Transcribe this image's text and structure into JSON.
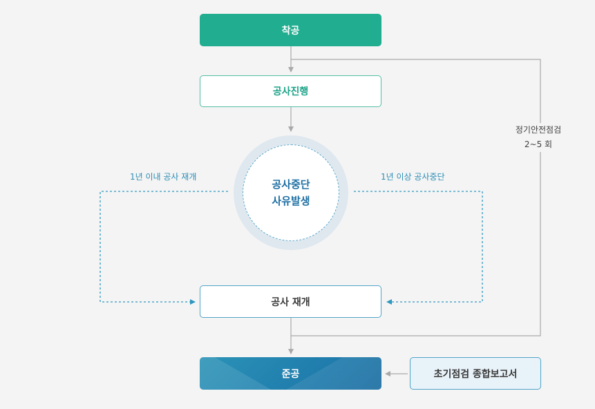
{
  "nodes": {
    "start": "착공",
    "progress": "공사진행",
    "suspend_line1": "공사중단",
    "suspend_line2": "사유발생",
    "resume": "공사 재개",
    "complete": "준공",
    "report": "초기점검 종합보고서"
  },
  "labels": {
    "resume_within_year": "1년 이내 공사 재개",
    "suspend_over_year": "1년 이상 공사중단",
    "inspection_line1": "정기안전점검",
    "inspection_line2": "2~5 회"
  },
  "colors": {
    "start_fill": "#21ad90",
    "progress_text": "#1aa287",
    "dashed_line": "#2d97c0",
    "complete_fill": "#217fae",
    "connector": "#a9a9a9"
  }
}
